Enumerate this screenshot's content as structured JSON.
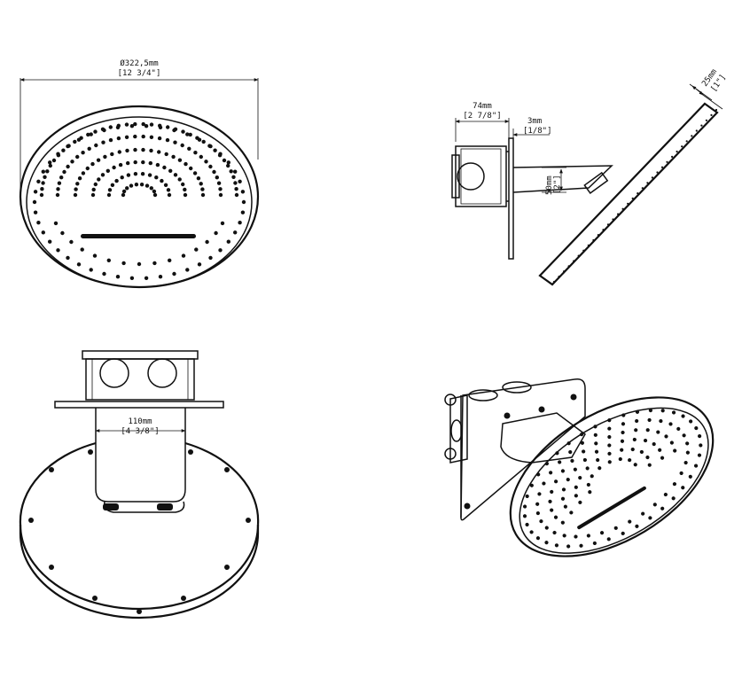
{
  "colors": {
    "line": "#111111",
    "background": "#ffffff"
  },
  "views": {
    "top_view": {
      "diameter_mm": "Ø322,5mm",
      "diameter_in": "[12 3/4\"]"
    },
    "side_view": {
      "depth_mm": "74mm",
      "depth_in": "[2 7/8\"]",
      "plate_mm": "3mm",
      "plate_in": "[1/8\"]",
      "arm_mm": "50mm",
      "arm_in": "[2\"]",
      "head_mm": "25mm",
      "head_in": "[1\"]"
    },
    "bottom_view": {
      "width_mm": "110mm",
      "width_in": "[4 3/8\"]"
    },
    "iso_view": {}
  }
}
